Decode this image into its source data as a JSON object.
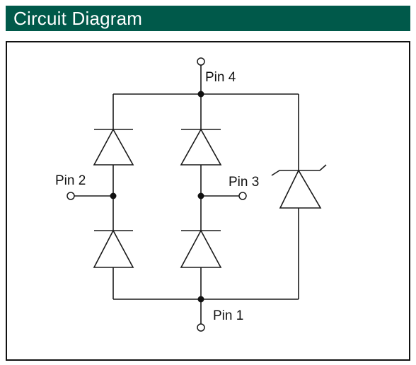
{
  "header": {
    "title": "Circuit Diagram",
    "background_color": "#00594a",
    "text_color": "#ffffff"
  },
  "circuit": {
    "pins": {
      "pin4": "Pin 4",
      "pin2": "Pin 2",
      "pin3": "Pin 3",
      "pin1": "Pin 1"
    },
    "components": [
      {
        "id": "D1",
        "type": "diode",
        "from": "Pin 2",
        "to": "Pin 4"
      },
      {
        "id": "D2",
        "type": "diode",
        "from": "Pin 1",
        "to": "Pin 2"
      },
      {
        "id": "D3",
        "type": "diode",
        "from": "Pin 3",
        "to": "Pin 4"
      },
      {
        "id": "D4",
        "type": "diode",
        "from": "Pin 1",
        "to": "Pin 3"
      },
      {
        "id": "Z1",
        "type": "zener",
        "from": "Pin 1",
        "to": "Pin 4"
      }
    ]
  }
}
